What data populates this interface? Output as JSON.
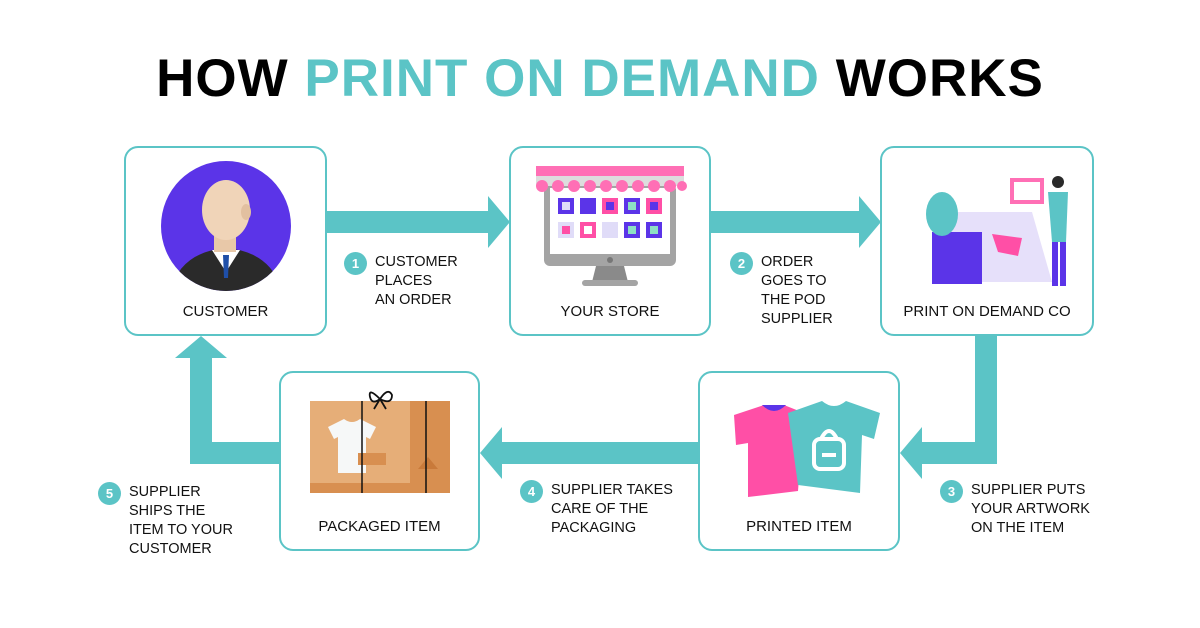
{
  "title": {
    "part1": "HOW ",
    "accent": "PRINT ON DEMAND",
    "part2": " WORKS"
  },
  "colors": {
    "accent": "#5bc4c6",
    "pink": "#ff4fa6",
    "purple": "#5b34e8"
  },
  "nodes": [
    {
      "label": "CUSTOMER",
      "icon": "customer-avatar-icon"
    },
    {
      "label": "YOUR STORE",
      "icon": "store-monitor-icon"
    },
    {
      "label": "PRINT ON DEMAND CO",
      "icon": "printing-worker-icon"
    },
    {
      "label": "PRINTED ITEM",
      "icon": "tshirts-icon"
    },
    {
      "label": "PACKAGED ITEM",
      "icon": "package-box-icon"
    }
  ],
  "steps": [
    {
      "num": "1",
      "text": "CUSTOMER\nPLACES\nAN ORDER"
    },
    {
      "num": "2",
      "text": "ORDER\nGOES TO\nTHE POD\nSUPPLIER"
    },
    {
      "num": "3",
      "text": "SUPPLIER PUTS\nYOUR ARTWORK\nON THE ITEM"
    },
    {
      "num": "4",
      "text": "SUPPLIER TAKES\nCARE OF THE\nPACKAGING"
    },
    {
      "num": "5",
      "text": "SUPPLIER\nSHIPS THE\nITEM TO YOUR\nCUSTOMER"
    }
  ]
}
